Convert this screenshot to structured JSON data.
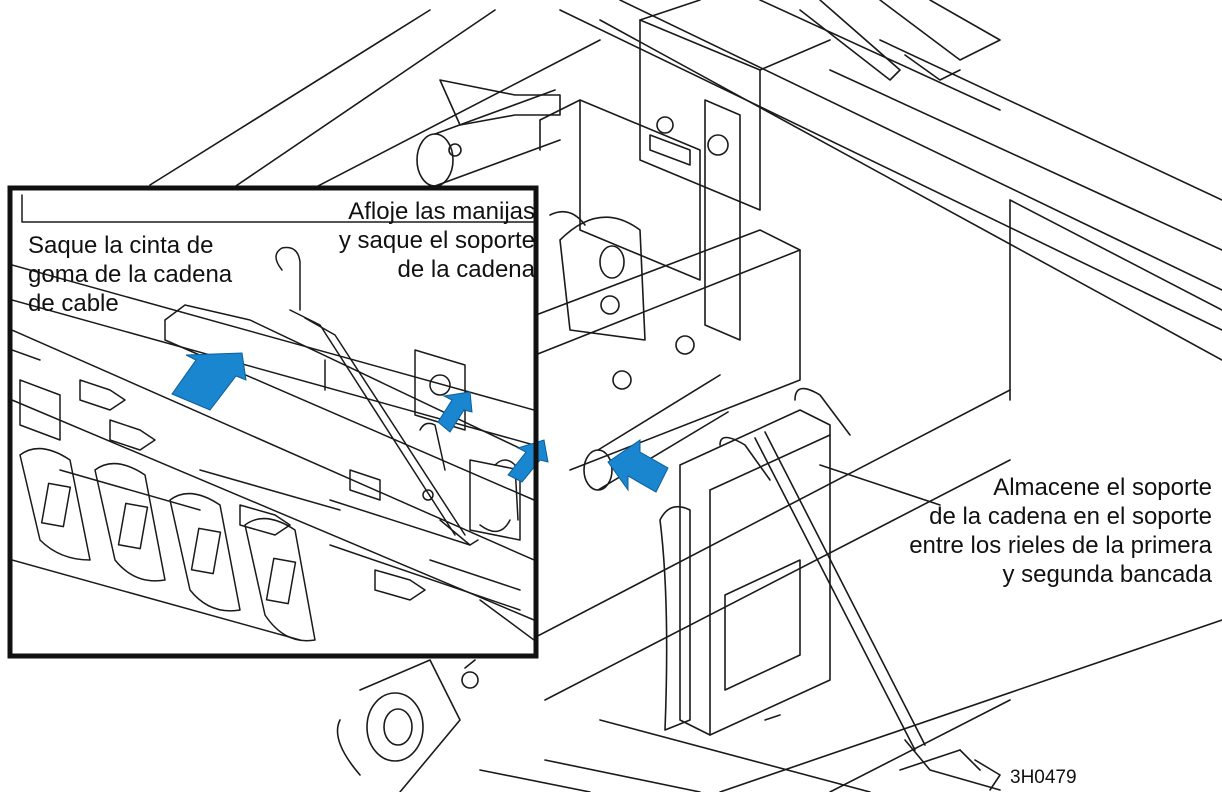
{
  "callouts": {
    "remove_tape": [
      "Saque la cinta de",
      "goma de la cadena",
      "de cable"
    ],
    "loosen_handles": [
      "Afloje las manijas",
      "y saque el soporte",
      "de la cadena"
    ],
    "store_support": [
      "Almacene el soporte",
      "de la cadena en el soporte",
      "entre los rieles de la primera",
      "y segunda bancada"
    ]
  },
  "figure_id": "3H0479",
  "colors": {
    "arrow": "#1a86d0",
    "line": "#1a1a1a",
    "inset_border": "#111111"
  },
  "icons": [
    "direction-arrow-icon"
  ]
}
